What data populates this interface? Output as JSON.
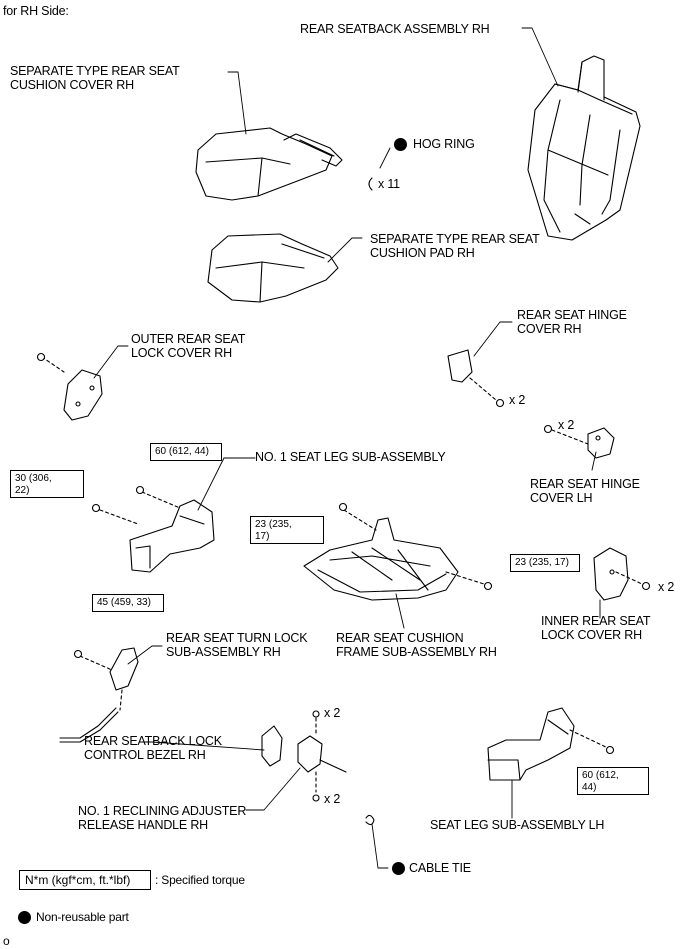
{
  "header": "for RH Side:",
  "labels": {
    "rear_seatback": "REAR SEATBACK ASSEMBLY RH",
    "cushion_cover_1": "SEPARATE TYPE REAR SEAT",
    "cushion_cover_2": "CUSHION COVER RH",
    "hog_ring": "HOG RING",
    "hog_ring_qty": "x 11",
    "cushion_pad_1": "SEPARATE TYPE REAR SEAT",
    "cushion_pad_2": "CUSHION PAD RH",
    "outer_lock_1": "OUTER REAR SEAT",
    "outer_lock_2": "LOCK COVER RH",
    "hinge_rh_1": "REAR SEAT HINGE",
    "hinge_rh_2": "COVER RH",
    "hinge_rh_qty": "x 2",
    "hinge_lh_qty": "x 2",
    "hinge_lh_1": "REAR SEAT HINGE",
    "hinge_lh_2": "COVER LH",
    "seat_leg_no1": "NO. 1 SEAT LEG SUB-ASSEMBLY",
    "inner_lock_1": "INNER REAR SEAT",
    "inner_lock_2": "LOCK COVER RH",
    "inner_lock_qty": "x 2",
    "frame_1": "REAR SEAT CUSHION",
    "frame_2": "FRAME SUB-ASSEMBLY RH",
    "turn_lock_1": "REAR SEAT TURN LOCK",
    "turn_lock_2": "SUB-ASSEMBLY RH",
    "bezel_1": "REAR SEATBACK LOCK",
    "bezel_2": "CONTROL BEZEL RH",
    "handle_qty_top": "x 2",
    "handle_qty_bottom": "x 2",
    "handle_1": "NO. 1 RECLINING ADJUSTER",
    "handle_2": "RELEASE HANDLE RH",
    "seat_leg_lh": "SEAT LEG SUB-ASSEMBLY LH",
    "cable_tie": "CABLE TIE"
  },
  "torques": {
    "t1": "60 (612, 44)",
    "t2_a": "30 (306,",
    "t2_b": "22)",
    "t3_a": "23 (235,",
    "t3_b": "17)",
    "t4": "23 (235, 17)",
    "t5": "45 (459, 33)",
    "t6_a": "60 (612,",
    "t6_b": "44)"
  },
  "legend": {
    "torque_box": "N*m (kgf*cm, ft.*lbf)",
    "torque_text": ": Specified torque",
    "nonreusable": "Non-reusable part"
  },
  "footer_mark": "o"
}
